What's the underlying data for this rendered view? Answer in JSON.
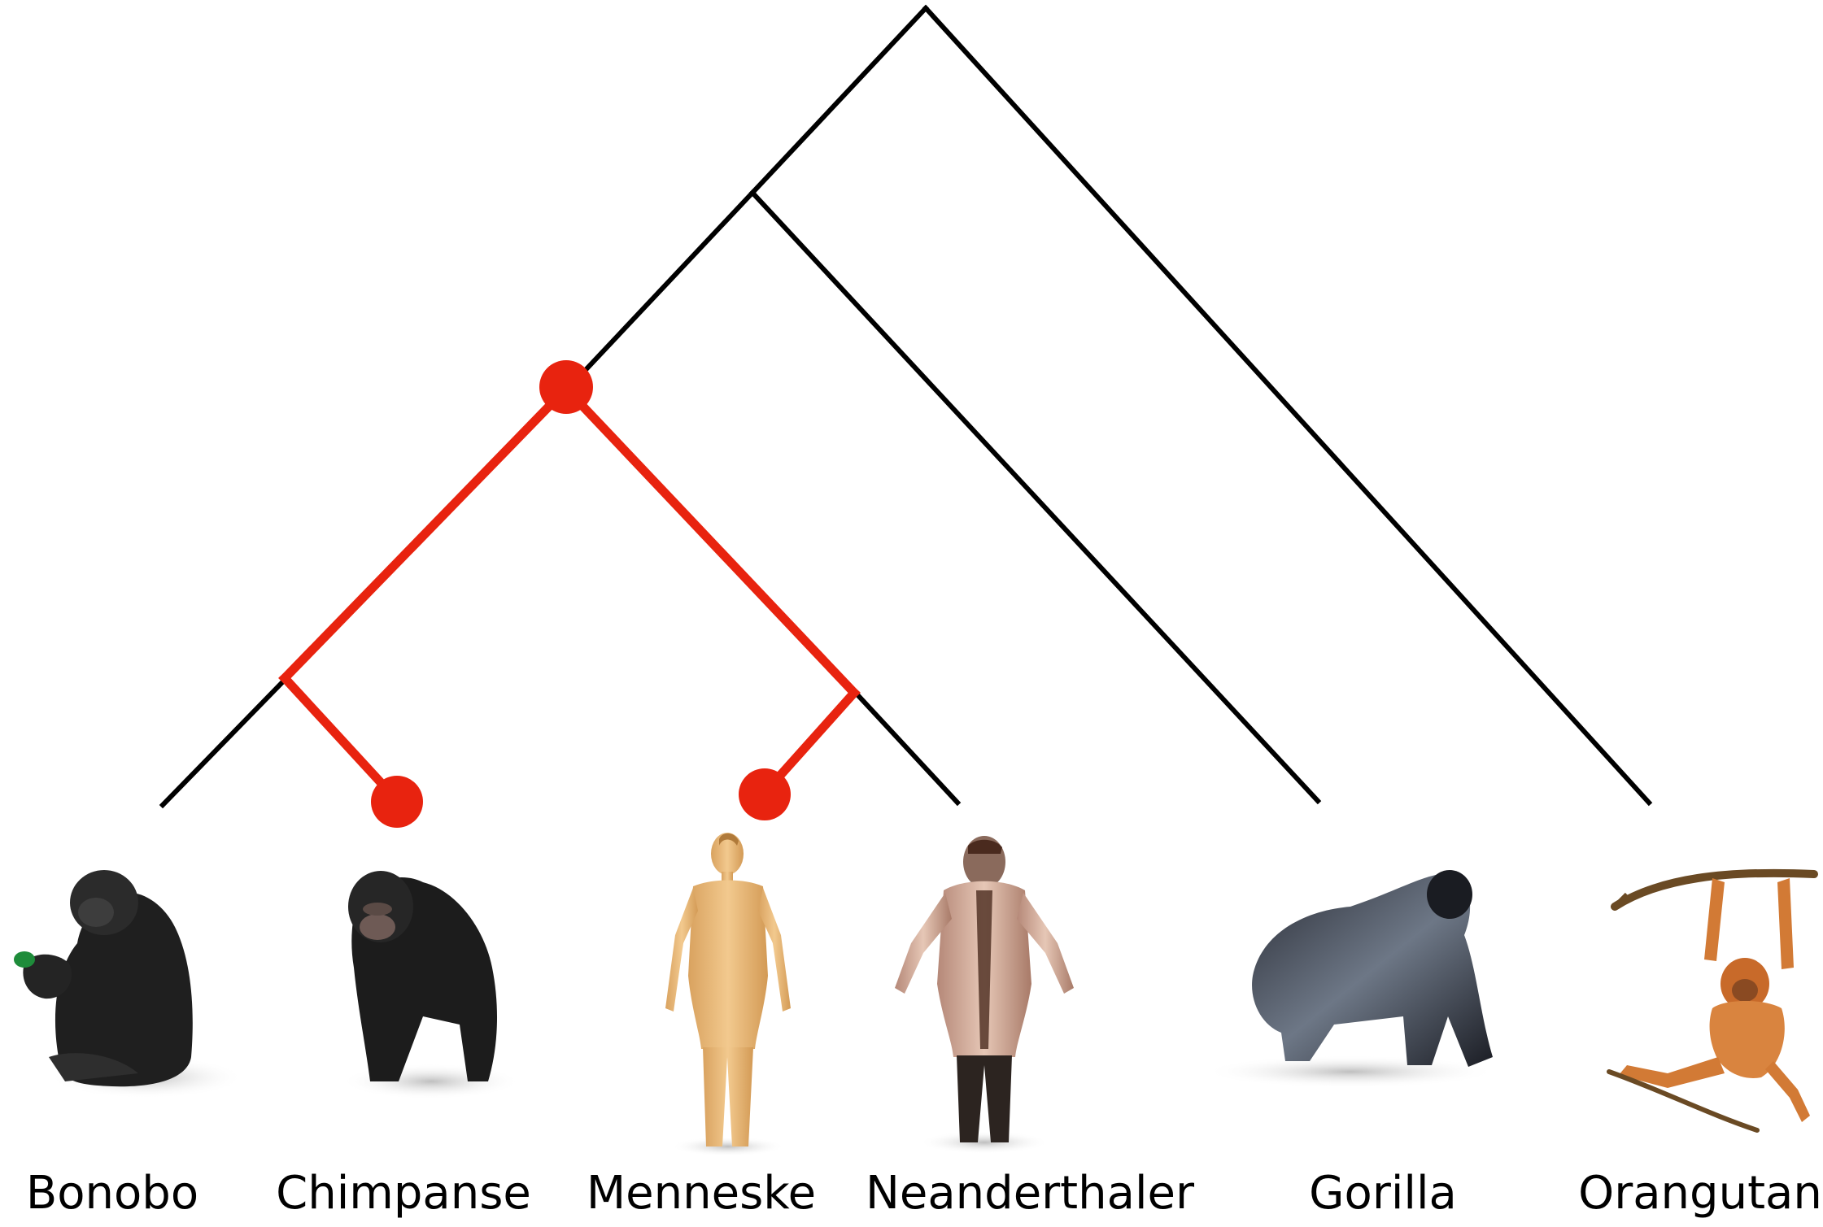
{
  "tree": {
    "taxa": [
      {
        "id": "bonobo",
        "label": "Bonobo"
      },
      {
        "id": "chimpanse",
        "label": "Chimpanse"
      },
      {
        "id": "menneske",
        "label": "Menneske"
      },
      {
        "id": "neanderthaler",
        "label": "Neanderthaler"
      },
      {
        "id": "gorilla",
        "label": "Gorilla"
      },
      {
        "id": "orangutan",
        "label": "Orangutan"
      }
    ],
    "highlight_color": "#e8230f",
    "branch_color": "#000000",
    "highlighted_path": [
      "chimpanse",
      "menneske"
    ]
  }
}
